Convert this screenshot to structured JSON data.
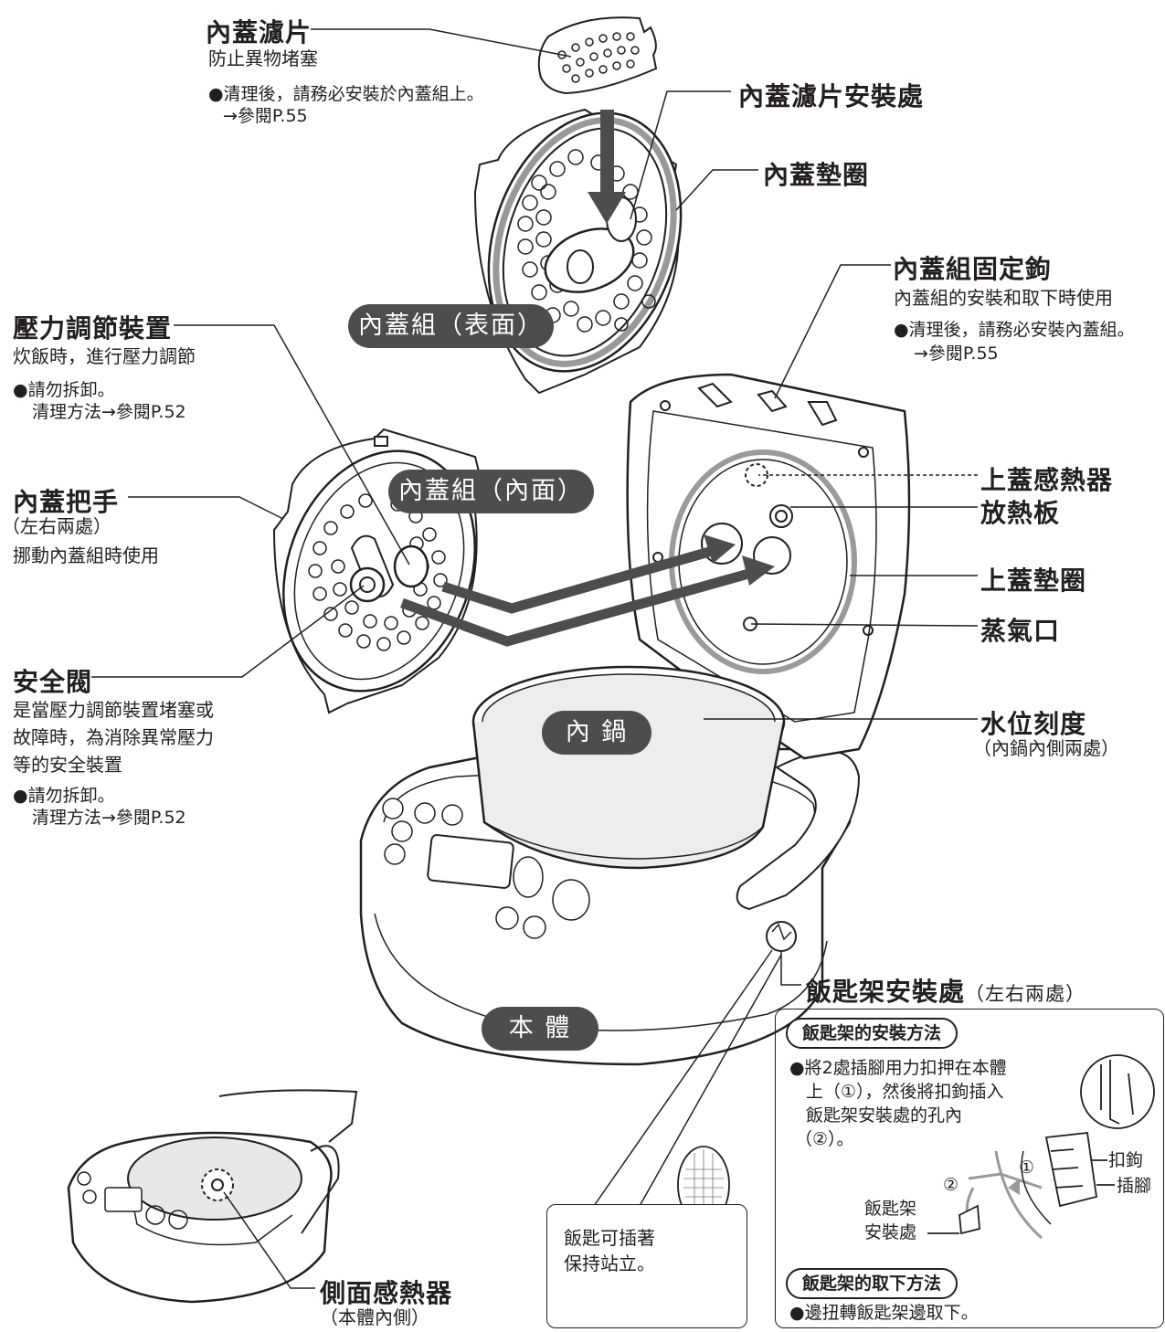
{
  "callouts": {
    "filter": {
      "title": "內蓋濾片",
      "desc": "防止異物堵塞",
      "note1": "●清理後，請務必安裝於內蓋組上。",
      "note2": "→參閱P.55"
    },
    "filter_mount": {
      "title": "內蓋濾片安裝處"
    },
    "lid_gasket": {
      "title": "內蓋墊圈"
    },
    "lid_hook": {
      "title": "內蓋組固定鉤",
      "desc": "內蓋組的安裝和取下時使用",
      "note1": "●清理後，請務必安裝內蓋組。",
      "note2": "→參閱P.55"
    },
    "pressure": {
      "title": "壓力調節裝置",
      "desc": "炊飯時，進行壓力調節",
      "note1": "●請勿拆卸。",
      "note2": "清理方法→參閱P.52"
    },
    "lid_handle": {
      "title": "內蓋把手",
      "sub": "（左右兩處）",
      "desc": "挪動內蓋組時使用"
    },
    "safety_valve": {
      "title": "安全閥",
      "desc1": "是當壓力調節裝置堵塞或",
      "desc2": "故障時，為消除異常壓力",
      "desc3": "等的安全裝置",
      "note1": "●請勿拆卸。",
      "note2": "清理方法→參閱P.52"
    },
    "top_sensor": {
      "title": "上蓋感熱器"
    },
    "heat_plate": {
      "title": "放熱板"
    },
    "top_gasket": {
      "title": "上蓋墊圈"
    },
    "steam_vent": {
      "title": "蒸氣口"
    },
    "water_level": {
      "title": "水位刻度",
      "sub": "（內鍋內側兩處）"
    },
    "paddle_mount": {
      "title": "飯匙架安裝處",
      "sub": "（左右兩處）"
    },
    "side_sensor": {
      "title": "側面感熱器",
      "sub": "（本體內側）"
    }
  },
  "pills": {
    "lid_outer": "內蓋組（表面）",
    "lid_inner": "內蓋組（內面）",
    "inner_pot": "內 鍋",
    "body": "本 體"
  },
  "install_box": {
    "title": "飯匙架的安裝方法",
    "text1": "●將2處插腳用力扣押在本體",
    "text2": "上（①），然後將扣鉤插入",
    "text3": "飯匙架安裝處的孔內",
    "text4": "（②）。",
    "label_hook": "扣鉤",
    "label_pin": "插腳",
    "label_mount1": "飯匙架",
    "label_mount2": "安裝處",
    "num1": "①",
    "num2": "②",
    "remove_title": "飯匙架的取下方法",
    "remove_text": "●邊扭轉飯匙架邊取下。"
  },
  "paddle_box": {
    "text1": "飯匙可插著",
    "text2": "保持站立。"
  }
}
